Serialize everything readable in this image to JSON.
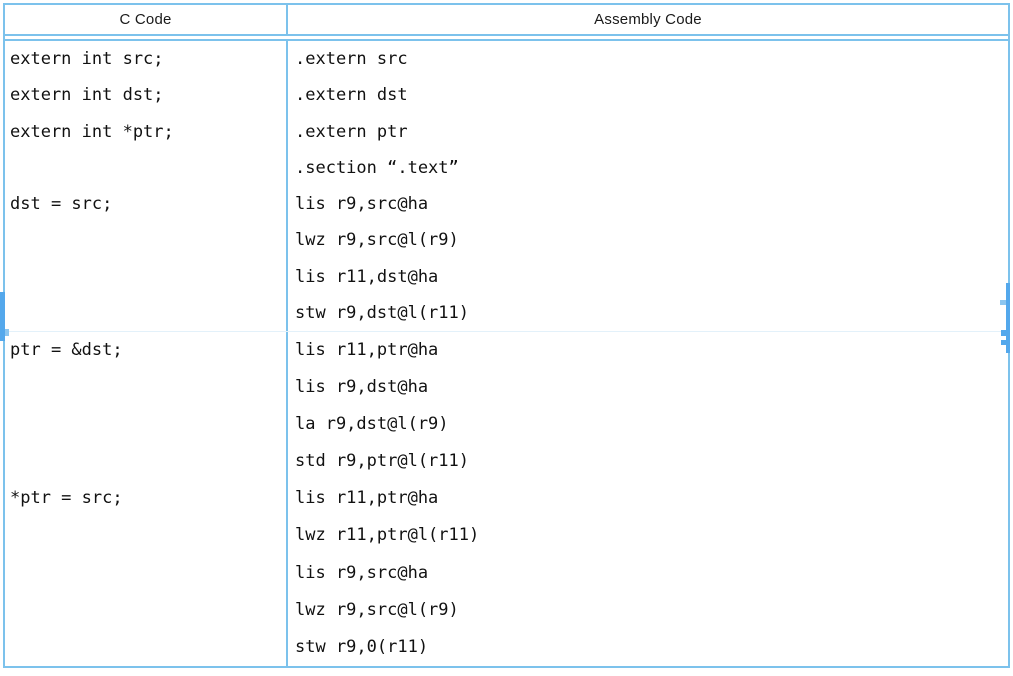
{
  "table": {
    "headers": [
      {
        "label": "C Code"
      },
      {
        "label": "Assembly Code"
      }
    ],
    "rows": [
      {
        "c_lines": [
          "extern int src;",
          "extern int dst;",
          "extern int *ptr;",
          "",
          "dst = src;"
        ],
        "asm_lines": [
          ".extern src",
          ".extern dst",
          ".extern ptr",
          ".section “.text”",
          "lis r9,src@ha",
          "lwz r9,src@l(r9)",
          "lis r11,dst@ha",
          "stw r9,dst@l(r11)"
        ]
      },
      {
        "c_lines": [
          "ptr = &dst;",
          "",
          "",
          "",
          "*ptr = src;"
        ],
        "asm_lines": [
          "lis r11,ptr@ha",
          "lis r9,dst@ha",
          "la r9,dst@l(r9)",
          "std r9,ptr@l(r11)",
          "lis r11,ptr@ha",
          "lwz r11,ptr@l(r11)",
          "lis r9,src@ha",
          "lwz r9,src@l(r9)",
          "stw r9,0(r11)"
        ]
      }
    ]
  },
  "colors": {
    "border_blue": "#7cc2ec",
    "faint_divider": "#e3f1fa",
    "handle_blue": "#54a8ec",
    "handle_light": "#8cc6f0",
    "text": "#111111"
  }
}
